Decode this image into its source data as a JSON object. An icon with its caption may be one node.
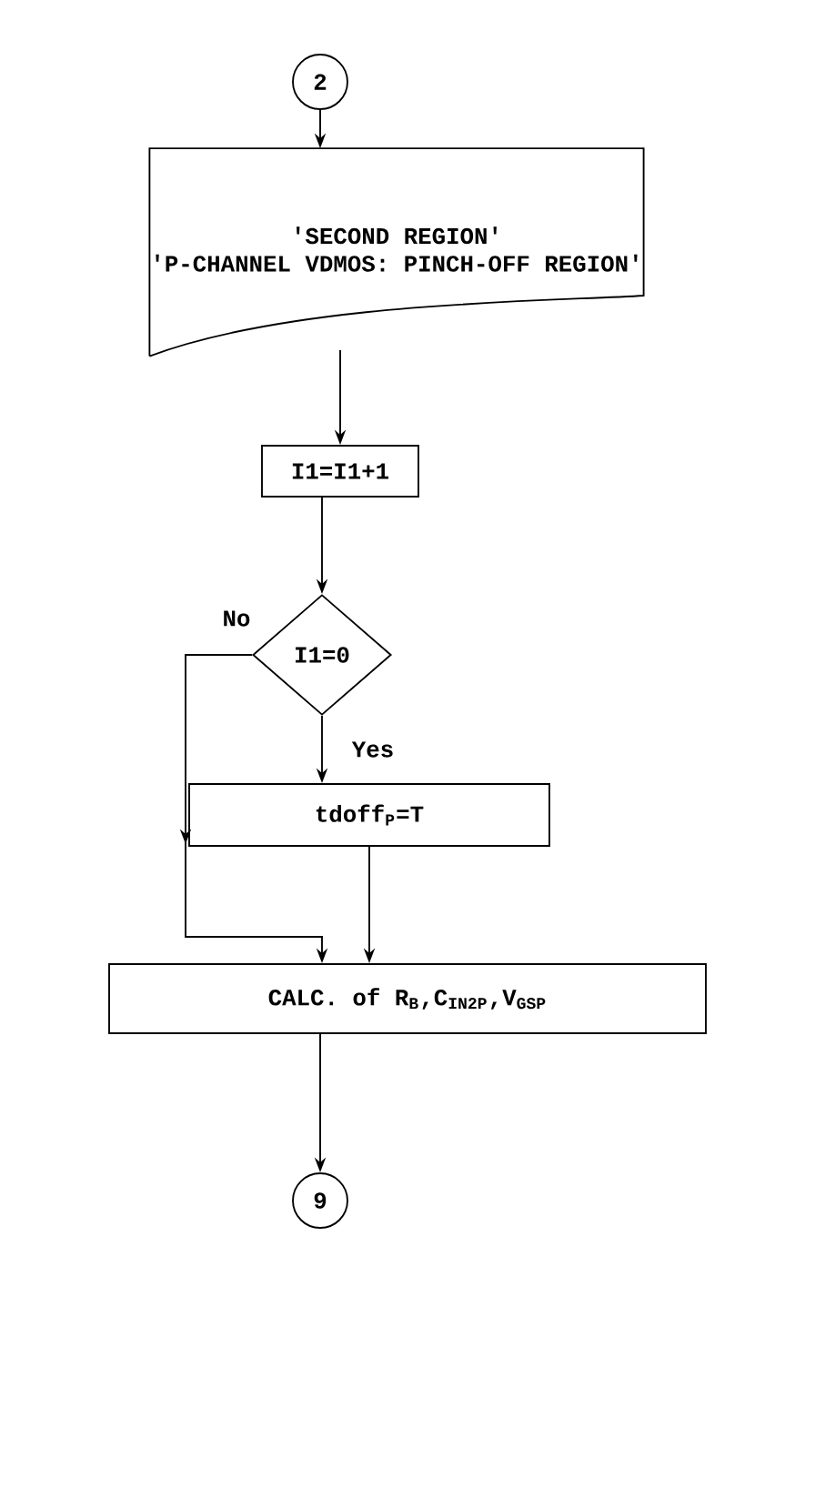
{
  "diagram": {
    "nodes": [
      {
        "text": [
          "2"
        ]
      },
      {
        "text": [
          "'SECOND REGION'",
          "'P-CHANNEL VDMOS: PINCH-OFF REGION'"
        ]
      },
      {
        "text": [
          "I1=I1+1"
        ]
      },
      {
        "text": [
          "I1=0"
        ]
      },
      {
        "text": [
          "tdoff$_{P}$=T"
        ]
      },
      {
        "text": [
          "CALC. of R$_{B}$,C$_{IN2P}$,V$_{GSP}$"
        ]
      },
      {
        "text": [
          "9"
        ]
      }
    ],
    "edges": [
      {
        "from": 0,
        "to": 1,
        "arrow": "to"
      },
      {
        "from": 1,
        "to": 2,
        "arrow": "to"
      },
      {
        "from": 2,
        "to": 3,
        "arrow": "to"
      },
      {
        "from": 3,
        "to": 4,
        "arrow": "to",
        "label": "Yes"
      },
      {
        "from": 3,
        "to": 5,
        "arrow": "to",
        "label": "No"
      },
      {
        "from": 4,
        "to": 5,
        "arrow": "to"
      },
      {
        "from": 5,
        "to": 6,
        "arrow": "to"
      }
    ]
  }
}
